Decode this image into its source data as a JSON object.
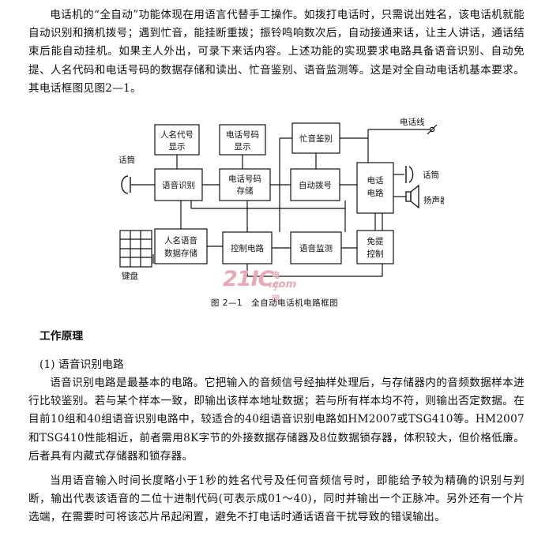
{
  "intro": {
    "paragraph": "电话机的“全自动”功能体现在用语言代替手工操作。如拨打电话时，只需说出姓名，该电话机就能自动识别和摘机拨号；遇到忙音，能挂断重拨；振铃鸣响数次后，自动接通来话，让主人讲话，通话结束后能自动挂机。如果主人外出，可录下来话内容。上述功能的实现要求电路具备语音识别、自动免提、人名代码和电话号码的数据存储和读出、忙音鉴别、语音监测等。这是对全自动电话机基本要求。其电话框图见图2—1。"
  },
  "diagram": {
    "blocks": {
      "name_code_display": [
        "人名代号",
        "显示"
      ],
      "phone_number_display": [
        "电话号码",
        "显示"
      ],
      "busy_tone_detect": [
        "忙音鉴别"
      ],
      "speech_recognition": [
        "语音识别"
      ],
      "phone_number_storage": [
        "电话号码",
        "存储"
      ],
      "auto_dial": [
        "自动拨号"
      ],
      "phone_circuit": [
        "电话",
        "电路"
      ],
      "name_voice_storage": [
        "人名语音",
        "数据存储"
      ],
      "control_circuit": [
        "控制电路"
      ],
      "voice_monitor": [
        "语音监测"
      ],
      "handsfree_control": [
        "免提",
        "控制"
      ]
    },
    "labels": {
      "microphone": "话筒",
      "handset": "话筒",
      "speaker": "扬声器",
      "phone_line": "电话线",
      "keyboard": "键盘"
    },
    "caption": "图 2—1　全自动电话机电路框图"
  },
  "watermark": {
    "main": "21IC",
    "sub": "电子网",
    "domain": ".com"
  },
  "section": {
    "title": "工作原理",
    "subsection": "(1) 语音识别电路"
  },
  "body": {
    "paragraph1": "语音识别电路是最基本的电路。它把输入的音频信号经抽样处理后，与存储器内的音频数据样本进行比较鉴别。若与某个样本一致，即输出该样本地址数据；若与所有样本均不符，则输出否定数据。在目前10组和40组语音识别电路中，较适合的40组语音识别电路如HM2007或TSG410等。HM2007和TSG410性能相近，前者需用8K字节的外接数据存储器及8位数据锁存器，体积较大，但价格低廉。后者具有内藏式存储器和锁存器。",
    "paragraph2": "当用语音输入时间长度略小于1秒的姓名代号及任何音频信号时，即能给予较为精确的识别与判断，输出代表该语音的二位十进制代码(可表示成01～40)，同时并输出一个正脉冲。另外还有一个片选端，在需要时可将该芯片吊起闲置，避免不打电话时通话语音干扰导致的错误输出。"
  }
}
